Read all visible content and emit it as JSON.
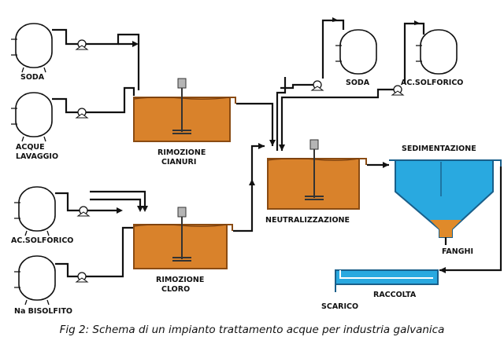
{
  "labels": {
    "soda_left": "SODA",
    "acque_1": "ACQUE",
    "acque_2": "LAVAGGIO",
    "acsolf_left": "AC.SOLFORICO",
    "nabis": "Na BISOLFITO",
    "rim_cian_1": "RIMOZIONE",
    "rim_cian_2": "CIANURI",
    "rim_cloro_1": "RIMOZIONE",
    "rim_cloro_2": "CLORO",
    "neutral": "NEUTRALIZZAZIONE",
    "soda_right": "SODA",
    "acsolf_right": "AC.SOLFORICO",
    "sediment": "SEDIMENTAZIONE",
    "fanghi": "FANGHI",
    "raccolta": "RACCOLTA",
    "scarico": "SCARICO"
  },
  "caption": "Fig 2: Schema di un impianto trattamento acque per industria galvanica",
  "colors": {
    "reactor_fill": "#d9822b",
    "reactor_edge": "#8a4b12",
    "water": "#29a9e0",
    "sludge": "#e08a2a",
    "line": "#111111"
  }
}
